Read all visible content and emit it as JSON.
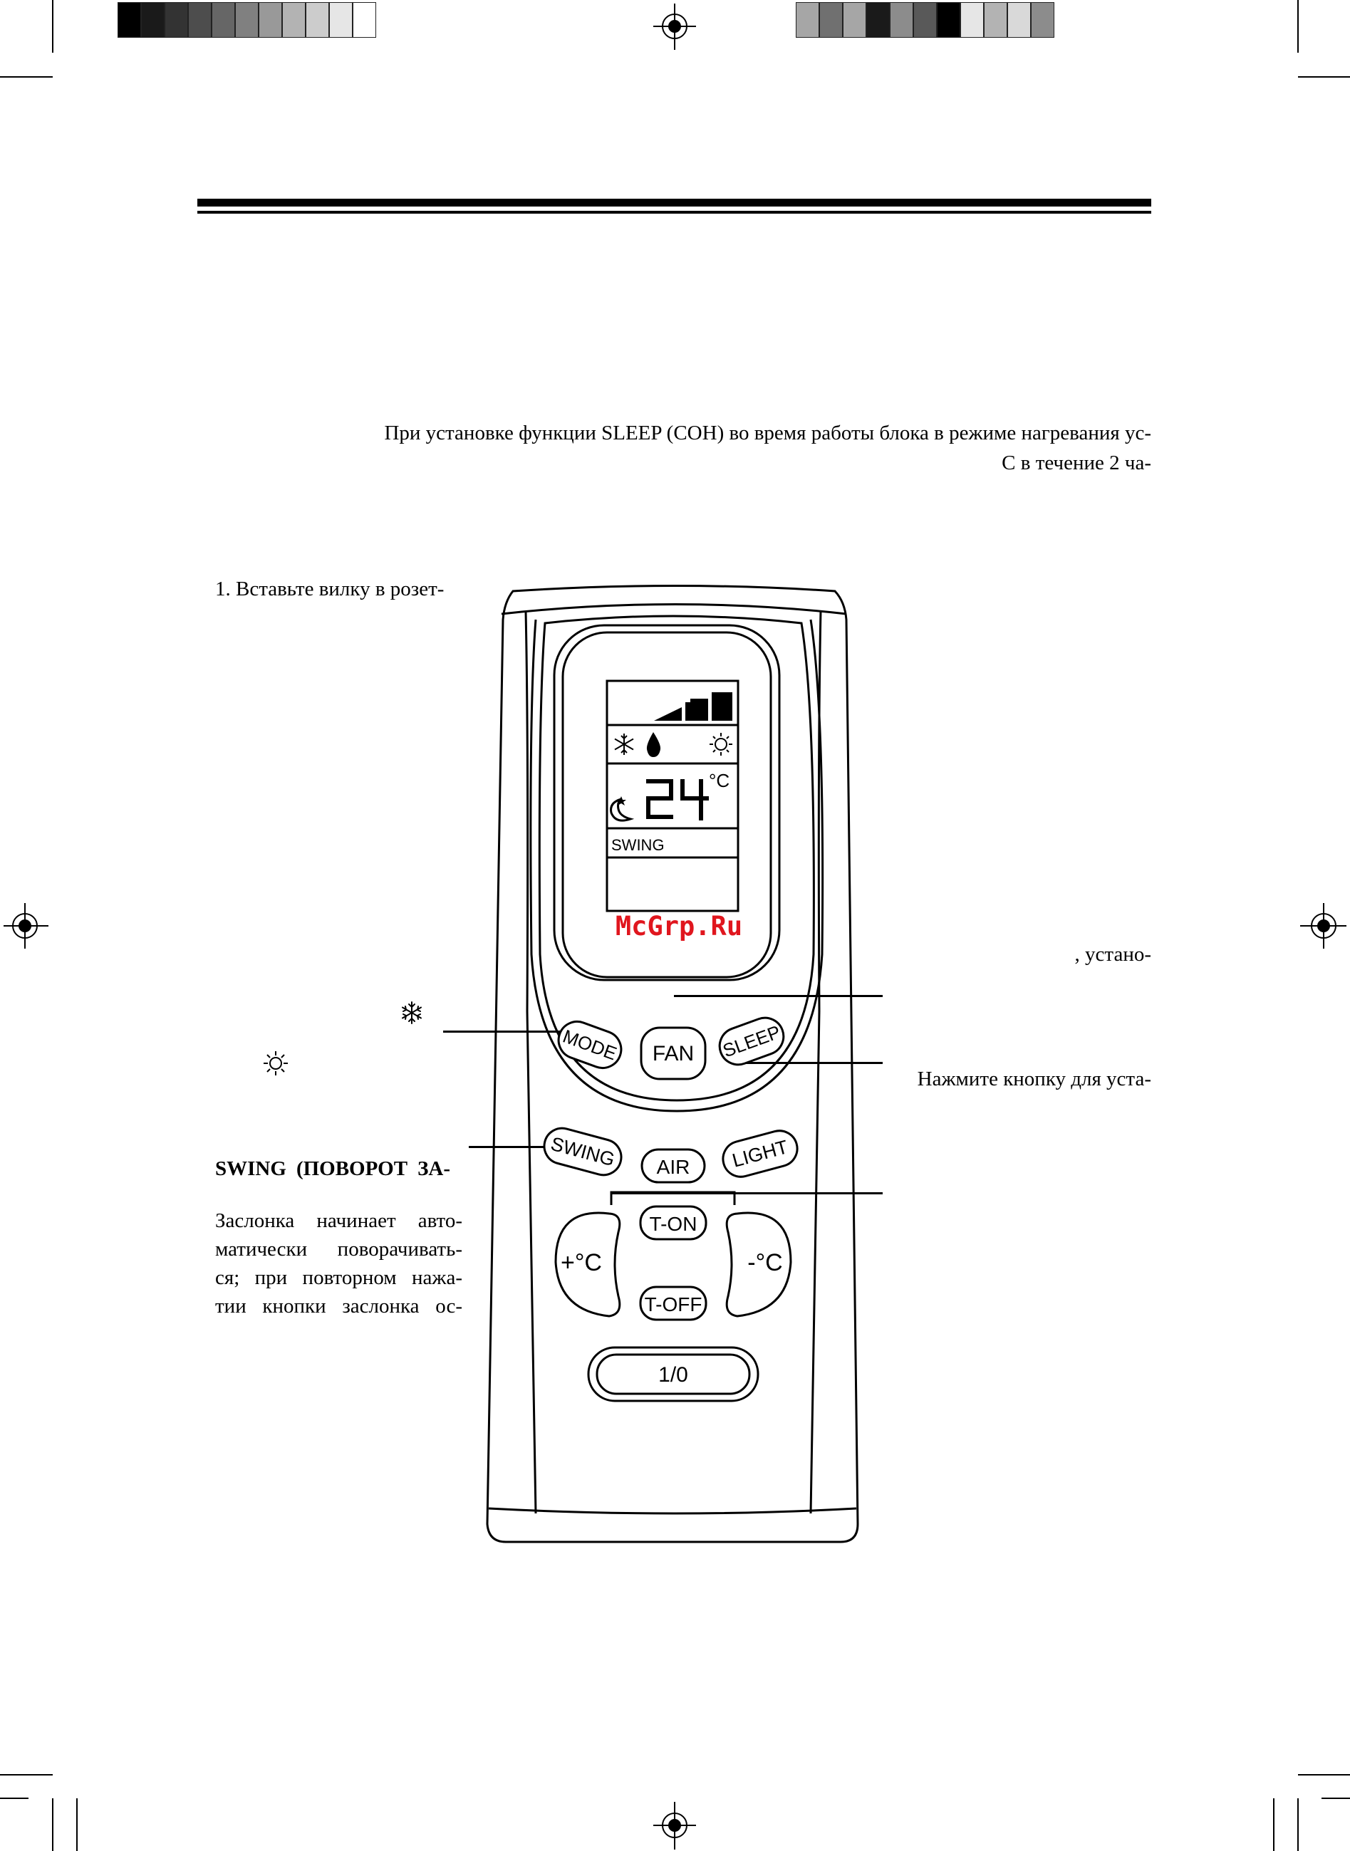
{
  "color_bar": {
    "left": [
      "#000000",
      "#1a1a1a",
      "#333333",
      "#4d4d4d",
      "#666666",
      "#808080",
      "#999999",
      "#b3b3b3",
      "#cccccc",
      "#e6e6e6",
      "#ffffff"
    ],
    "right": [
      "#a6a6a6",
      "#707070",
      "#a6a6a6",
      "#1a1a1a",
      "#8c8c8c",
      "#595959",
      "#000000",
      "#e6e6e6",
      "#b3b3b3",
      "#d9d9d9",
      "#8c8c8c"
    ]
  },
  "intro": {
    "line1": "При установке функции SLEEP (СОН) во время работы блока в режиме нагревания ус-",
    "line2": "С в течение 2 ча-"
  },
  "left_column": {
    "step1": "1. Вставьте вилку в розет-",
    "swing_heading": "SWING (ПОВОРОТ ЗА-",
    "swing_lines": [
      "Заслонка начинает авто-",
      "матически поворачивать-",
      "ся; при повторном нажа-",
      "тии кнопки заслонка ос-"
    ]
  },
  "right_column": {
    "fragment": ",   устано-",
    "sleep_note": "Нажмите кнопку для уста-"
  },
  "icons": {
    "cool": "snowflake-icon",
    "heat": "sun-icon",
    "moon": "moon-icon",
    "drop": "drop-icon"
  },
  "remote": {
    "display": {
      "temperature": "24",
      "unit": "°C",
      "swing_label": "SWING"
    },
    "buttons": {
      "mode": "MODE",
      "fan": "FAN",
      "sleep": "SLEEP",
      "swing": "SWING",
      "air": "AIR",
      "light": "LIGHT",
      "t_on": "T-ON",
      "t_off": "T-OFF",
      "temp_up": "+°C",
      "temp_down": "-°C",
      "power": "1/0"
    }
  },
  "watermark": "McGrp.Ru"
}
